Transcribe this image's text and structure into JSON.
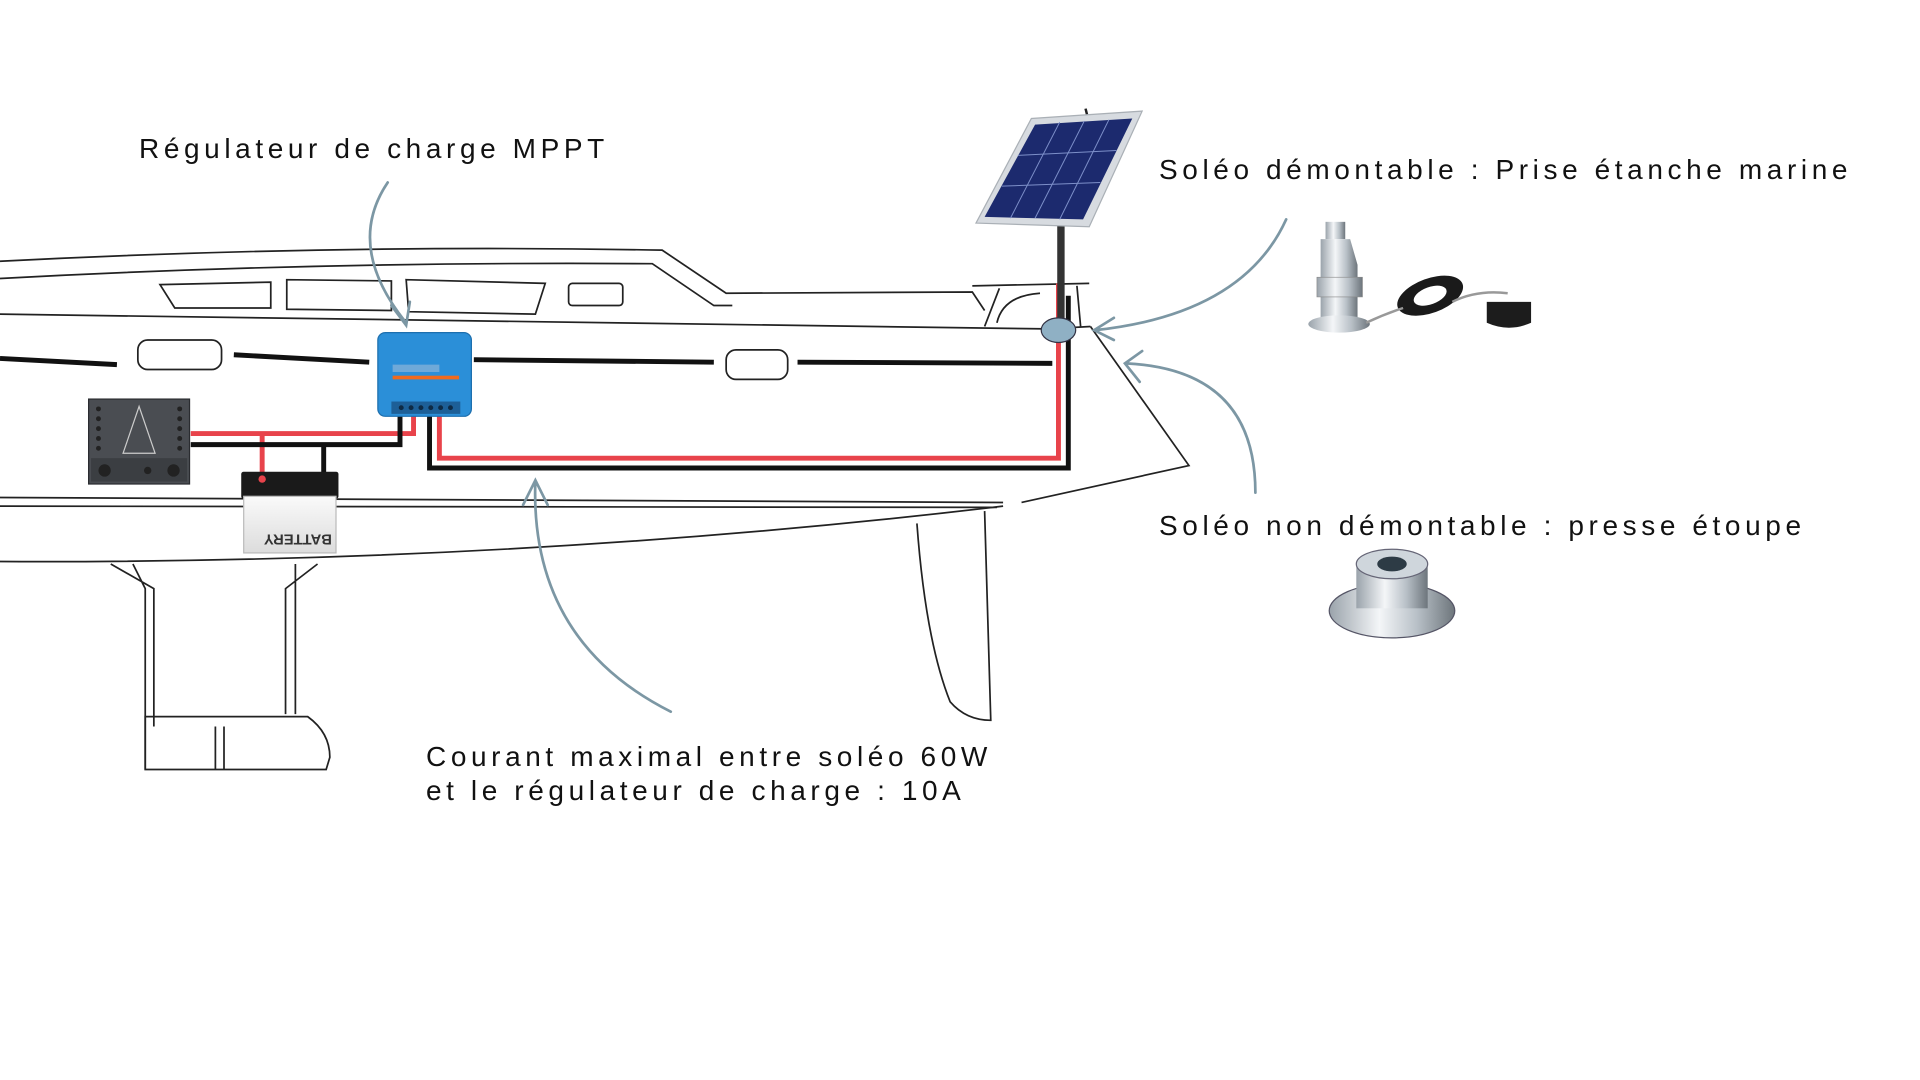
{
  "labels": {
    "controller": "Régulateur de charge MPPT",
    "removable": "Soléo démontable : Prise étanche marine",
    "fixed": "Soléo non démontable : presse étoupe",
    "current_line1": "Courant maximal entre soléo 60W",
    "current_line2": "et le régulateur de charge : 10A"
  },
  "components": {
    "battery_text": "BATTERY"
  },
  "colors": {
    "wire_positive": "#e8434b",
    "wire_negative": "#111111",
    "controller_blue": "#2b8fd8",
    "arrow": "#7c97a4"
  }
}
